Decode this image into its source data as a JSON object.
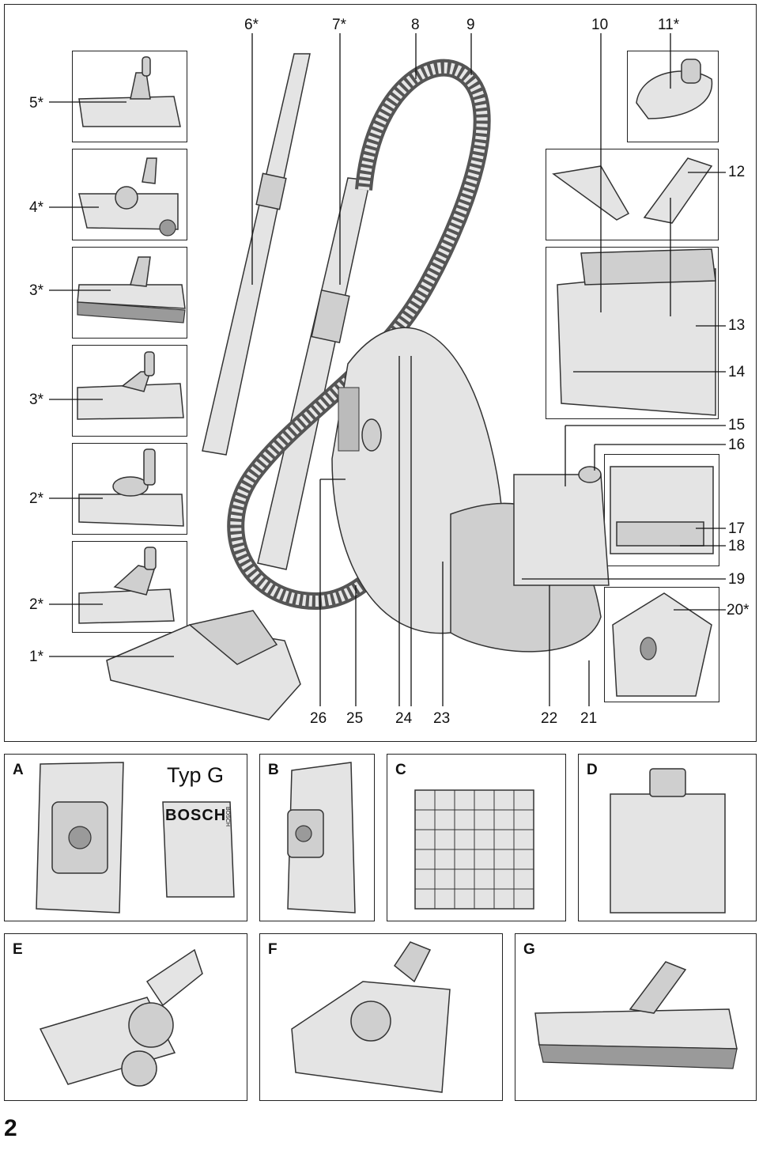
{
  "main_labels": {
    "l1": "1*",
    "l2a": "2*",
    "l2b": "2*",
    "l3a": "3*",
    "l3b": "3*",
    "l4": "4*",
    "l5": "5*",
    "l6": "6*",
    "l7": "7*",
    "l8": "8",
    "l9": "9",
    "l10": "10",
    "l11": "11*",
    "l12": "12",
    "l13": "13",
    "l14": "14",
    "l15": "15",
    "l16": "16",
    "l17": "17",
    "l18": "18",
    "l19": "19",
    "l20": "20*",
    "l21": "21",
    "l22": "22",
    "l23": "23",
    "l24": "24",
    "l25": "25",
    "l26": "26"
  },
  "panels": {
    "A": {
      "label": "A",
      "typ_text": "Typ G",
      "brand": "BOSCH",
      "brand_side": "BOSCH"
    },
    "B": {
      "label": "B"
    },
    "C": {
      "label": "C"
    },
    "D": {
      "label": "D"
    },
    "E": {
      "label": "E"
    },
    "F": {
      "label": "F"
    },
    "G": {
      "label": "G"
    }
  },
  "page_number": "2"
}
